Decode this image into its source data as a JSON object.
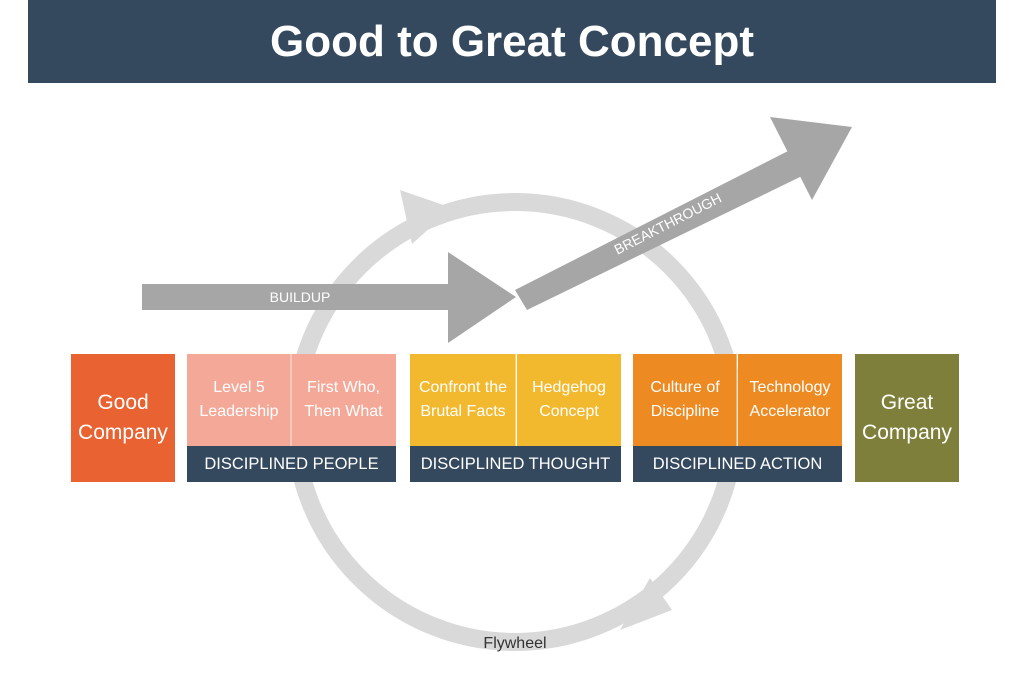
{
  "title": "Good to Great Concept",
  "arrows": {
    "buildup": "BUILDUP",
    "breakthrough": "BREAKTHROUGH"
  },
  "flywheel_label": "Flywheel",
  "endpoints": {
    "start": "Good Company",
    "end": "Great Company"
  },
  "groups": [
    {
      "label": "DISCIPLINED PEOPLE",
      "color": "#f4a898",
      "items": [
        "Level 5 Leadership",
        "First Who, Then What"
      ]
    },
    {
      "label": "DISCIPLINED THOUGHT",
      "color": "#f3b92e",
      "items": [
        "Confront the Brutal Facts",
        "Hedgehog Concept"
      ]
    },
    {
      "label": "DISCIPLINED ACTION",
      "color": "#ee8a22",
      "items": [
        "Culture of Discipline",
        "Technology Accelerator"
      ]
    }
  ],
  "colors": {
    "header": "#34495e",
    "good": "#e86232",
    "great": "#7f7f3c",
    "arrow": "#a6a6a6",
    "wheel": "#d9d9d9"
  }
}
